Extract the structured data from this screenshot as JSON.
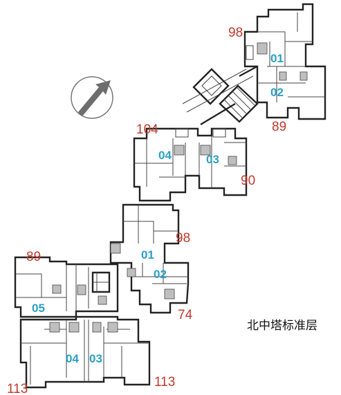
{
  "title": "北中塔标准层",
  "colors": {
    "unit_label": "#2aa0c8",
    "area_label": "#c0392b",
    "wall": "#222222",
    "compass": "#6d6d6d"
  },
  "compass": {
    "icon": "north-arrow-icon"
  },
  "units": [
    {
      "id": "u-top-01",
      "label": "01"
    },
    {
      "id": "u-top-02",
      "label": "02"
    },
    {
      "id": "u-top-03",
      "label": "03"
    },
    {
      "id": "u-top-04",
      "label": "04"
    },
    {
      "id": "u-mid-01",
      "label": "01"
    },
    {
      "id": "u-mid-02",
      "label": "02"
    },
    {
      "id": "u-bot-05",
      "label": "05"
    },
    {
      "id": "u-bot-04",
      "label": "04"
    },
    {
      "id": "u-bot-03",
      "label": "03"
    }
  ],
  "areas": [
    {
      "id": "a-98-top",
      "value": "98"
    },
    {
      "id": "a-89-top",
      "value": "89"
    },
    {
      "id": "a-104",
      "value": "104"
    },
    {
      "id": "a-90",
      "value": "90"
    },
    {
      "id": "a-98-mid",
      "value": "98"
    },
    {
      "id": "a-89-left",
      "value": "89"
    },
    {
      "id": "a-74",
      "value": "74"
    },
    {
      "id": "a-113-left",
      "value": "113"
    },
    {
      "id": "a-113-right",
      "value": "113"
    }
  ]
}
